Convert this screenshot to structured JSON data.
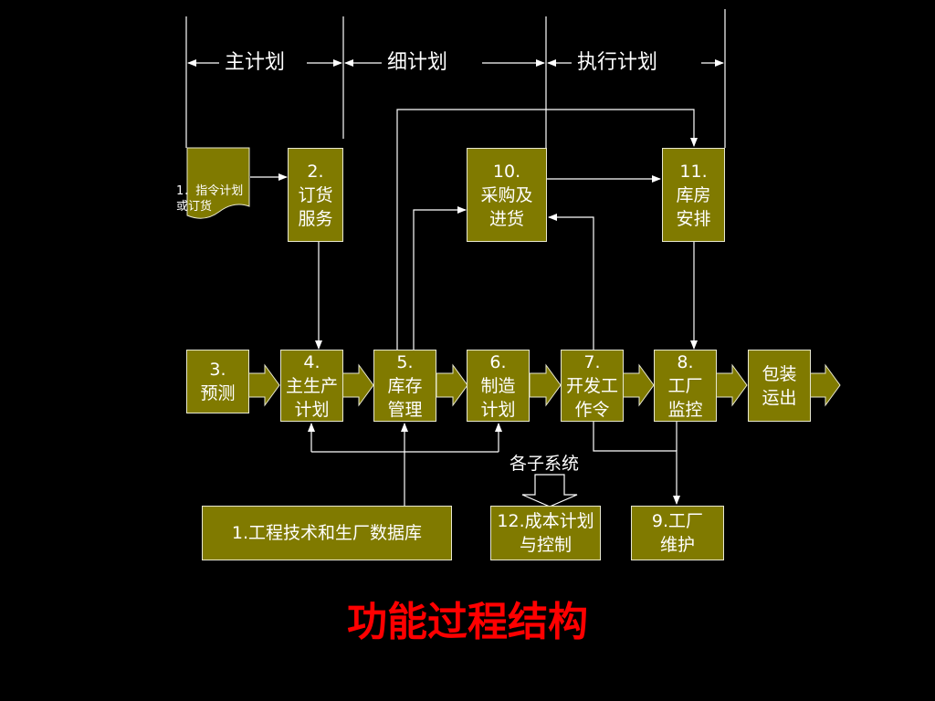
{
  "headers": {
    "master_plan": "主计划",
    "detail_plan": "细计划",
    "execution_plan": "执行计划"
  },
  "order_doc": {
    "line1": "1．指令计划",
    "line2": "或订货"
  },
  "boxes": {
    "order_service": {
      "num": "2.",
      "line1": "订货",
      "line2": "服务"
    },
    "purchasing": {
      "num": "10.",
      "line1": "采购及",
      "line2": "进货"
    },
    "warehouse": {
      "num": "11.",
      "line1": "库房",
      "line2": "安排"
    },
    "forecast": {
      "num": "3.",
      "line1": "预测"
    },
    "mps": {
      "num": "4.",
      "line1": "主生产",
      "line2": "计划"
    },
    "inventory": {
      "num": "5.",
      "line1": "库存",
      "line2": "管理"
    },
    "manufacturing": {
      "num": "6.",
      "line1": "制造",
      "line2": "计划"
    },
    "work_order": {
      "num": "7.",
      "line1": "开发工",
      "line2": "作令"
    },
    "plant_control": {
      "num": "8.",
      "line1": "工厂",
      "line2": "监控"
    },
    "shipping": {
      "line1": "包装",
      "line2": "运出"
    },
    "eng_db": {
      "line1": "1.工程技术和生厂数据库"
    },
    "cost_control": {
      "line1": "12.成本计划",
      "line2": "与控制"
    },
    "maintenance": {
      "line1": "9.工厂",
      "line2": "维护"
    }
  },
  "subsystems_label": "各子系统",
  "title": "功能过程结构",
  "colors": {
    "box_fill": "#807a00",
    "box_border": "#e8e8d0",
    "line": "#ffffff",
    "title": "#ff0000",
    "background": "#000000"
  }
}
